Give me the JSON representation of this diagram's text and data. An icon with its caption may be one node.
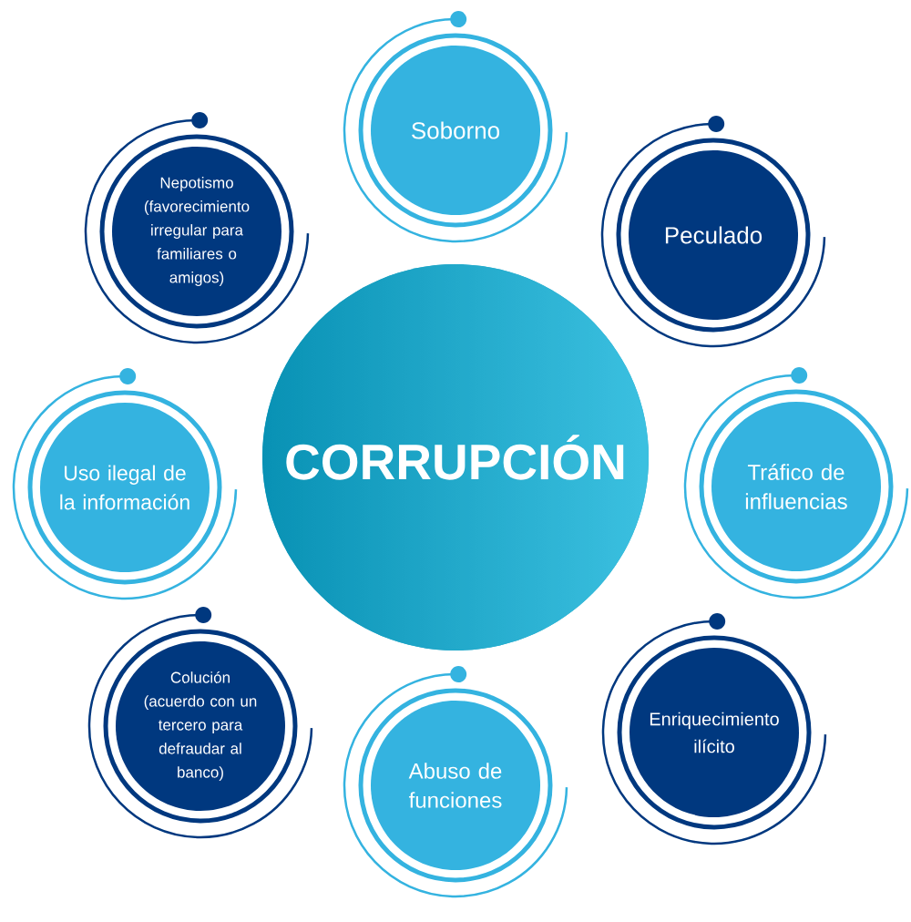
{
  "diagram": {
    "nodes": [
      {
        "text": [
          "Soborno"
        ]
      },
      {
        "text": [
          "Nepotismo (favorecimiento irregular para familiares o amigos)"
        ]
      },
      {
        "text": [
          "Peculado"
        ]
      },
      {
        "text": [
          "Uso ilegal de la información"
        ]
      },
      {
        "text": [
          "CORRUPCIÓN"
        ]
      },
      {
        "text": [
          "Tráfico de influencias"
        ]
      },
      {
        "text": [
          "Colución (acuerdo con un tercero para defraudar al banco)"
        ]
      },
      {
        "text": [
          "Enriquecimiento ilícito"
        ]
      },
      {
        "text": [
          "Abuso de funciones"
        ]
      }
    ]
  }
}
